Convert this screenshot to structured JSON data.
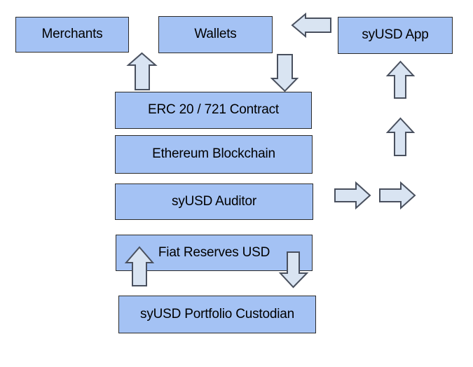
{
  "diagram": {
    "title": "syUSD stablecoin ecosystem flow diagram",
    "colors": {
      "canvas_bg": "#ffffff",
      "box_fill": "#a4c2f4",
      "box_border": "#2b2b2b",
      "arrow_fill": "#d9e4f2",
      "arrow_border": "#49505e",
      "text": "#000000"
    },
    "nodes": [
      {
        "id": "merchants",
        "label": "Merchants"
      },
      {
        "id": "wallets",
        "label": "Wallets"
      },
      {
        "id": "syusd-app",
        "label": "syUSD App"
      },
      {
        "id": "erc-contract",
        "label": "ERC 20 / 721 Contract"
      },
      {
        "id": "ethereum-blockchain",
        "label": "Ethereum Blockchain"
      },
      {
        "id": "syusd-auditor",
        "label": "syUSD Auditor"
      },
      {
        "id": "fiat-reserves",
        "label": "Fiat Reserves USD"
      },
      {
        "id": "portfolio-custodian",
        "label": "syUSD Portfolio Custodian"
      }
    ],
    "arrows": [
      {
        "id": "contract-up",
        "direction": "up",
        "from": "ERC 20 / 721 Contract",
        "to": "Merchants"
      },
      {
        "id": "wallets-down",
        "direction": "down",
        "from": "Wallets",
        "to": "ERC 20 / 721 Contract"
      },
      {
        "id": "app-left",
        "direction": "left",
        "from": "syUSD App",
        "to": "Wallets"
      },
      {
        "id": "right-column-up-1",
        "direction": "up",
        "from": "",
        "to": "syUSD App"
      },
      {
        "id": "right-column-up-2",
        "direction": "up",
        "from": "",
        "to": ""
      },
      {
        "id": "auditor-right-1",
        "direction": "right",
        "from": "syUSD Auditor",
        "to": ""
      },
      {
        "id": "auditor-right-2",
        "direction": "right",
        "from": "",
        "to": ""
      },
      {
        "id": "custodian-up",
        "direction": "up",
        "from": "syUSD Portfolio Custodian",
        "to": "Fiat Reserves USD"
      },
      {
        "id": "fiat-down",
        "direction": "down",
        "from": "Fiat Reserves USD",
        "to": "syUSD Portfolio Custodian"
      }
    ]
  }
}
